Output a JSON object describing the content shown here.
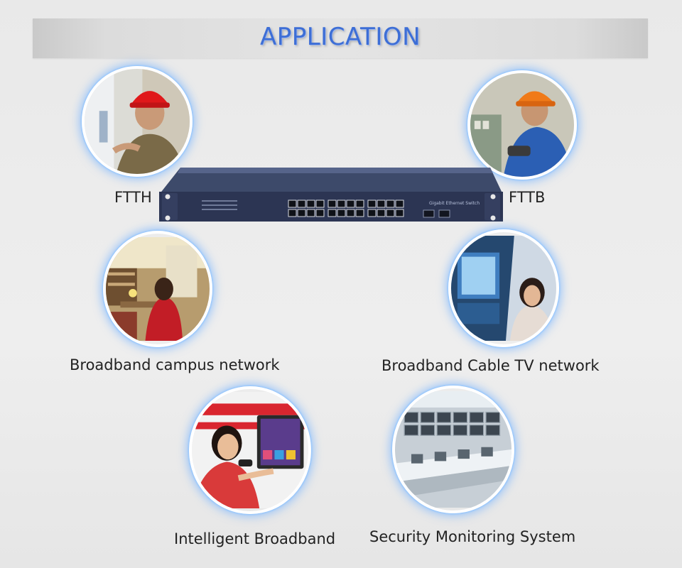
{
  "header": {
    "title": "APPLICATION"
  },
  "device": {
    "panel_text": "Gigabit Ethernet Switch"
  },
  "applications": [
    {
      "id": "ftth",
      "label": "FTTH",
      "icon": "technician-red-helmet-icon"
    },
    {
      "id": "fttb",
      "label": "FTTB",
      "icon": "technician-orange-helmet-icon"
    },
    {
      "id": "campus",
      "label": "Broadband campus network",
      "icon": "student-desk-icon"
    },
    {
      "id": "cabletv",
      "label": "Broadband Cable TV network",
      "icon": "tv-viewer-icon"
    },
    {
      "id": "intelligent",
      "label": "Intelligent Broadband",
      "icon": "smart-tv-woman-icon"
    },
    {
      "id": "security",
      "label": "Security Monitoring System",
      "icon": "control-room-icon"
    }
  ]
}
